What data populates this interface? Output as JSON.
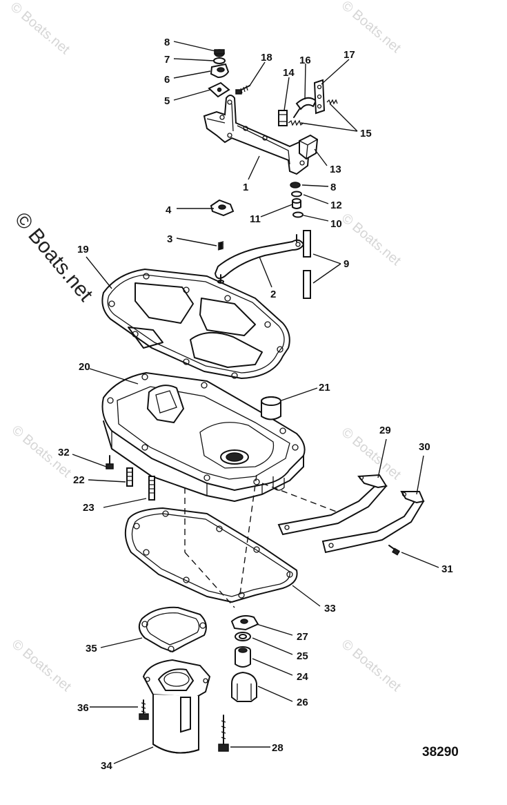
{
  "watermark": {
    "text": "© Boats.net"
  },
  "figure_number": "38290",
  "callouts": [
    {
      "id": "c1",
      "label": "1"
    },
    {
      "id": "c2",
      "label": "2"
    },
    {
      "id": "c3",
      "label": "3"
    },
    {
      "id": "c4",
      "label": "4"
    },
    {
      "id": "c5",
      "label": "5"
    },
    {
      "id": "c6",
      "label": "6"
    },
    {
      "id": "c7",
      "label": "7"
    },
    {
      "id": "c8a",
      "label": "8"
    },
    {
      "id": "c8b",
      "label": "8"
    },
    {
      "id": "c9",
      "label": "9"
    },
    {
      "id": "c10",
      "label": "10"
    },
    {
      "id": "c11",
      "label": "11"
    },
    {
      "id": "c12",
      "label": "12"
    },
    {
      "id": "c13",
      "label": "13"
    },
    {
      "id": "c14",
      "label": "14"
    },
    {
      "id": "c15",
      "label": "15"
    },
    {
      "id": "c16",
      "label": "16"
    },
    {
      "id": "c17",
      "label": "17"
    },
    {
      "id": "c18",
      "label": "18"
    },
    {
      "id": "c19",
      "label": "19"
    },
    {
      "id": "c20",
      "label": "20"
    },
    {
      "id": "c21",
      "label": "21"
    },
    {
      "id": "c22",
      "label": "22"
    },
    {
      "id": "c23",
      "label": "23"
    },
    {
      "id": "c24",
      "label": "24"
    },
    {
      "id": "c25",
      "label": "25"
    },
    {
      "id": "c26",
      "label": "26"
    },
    {
      "id": "c27",
      "label": "27"
    },
    {
      "id": "c28",
      "label": "28"
    },
    {
      "id": "c29",
      "label": "29"
    },
    {
      "id": "c30",
      "label": "30"
    },
    {
      "id": "c31",
      "label": "31"
    },
    {
      "id": "c32",
      "label": "32"
    },
    {
      "id": "c33",
      "label": "33"
    },
    {
      "id": "c34",
      "label": "34"
    },
    {
      "id": "c35",
      "label": "35"
    },
    {
      "id": "c36",
      "label": "36"
    }
  ]
}
